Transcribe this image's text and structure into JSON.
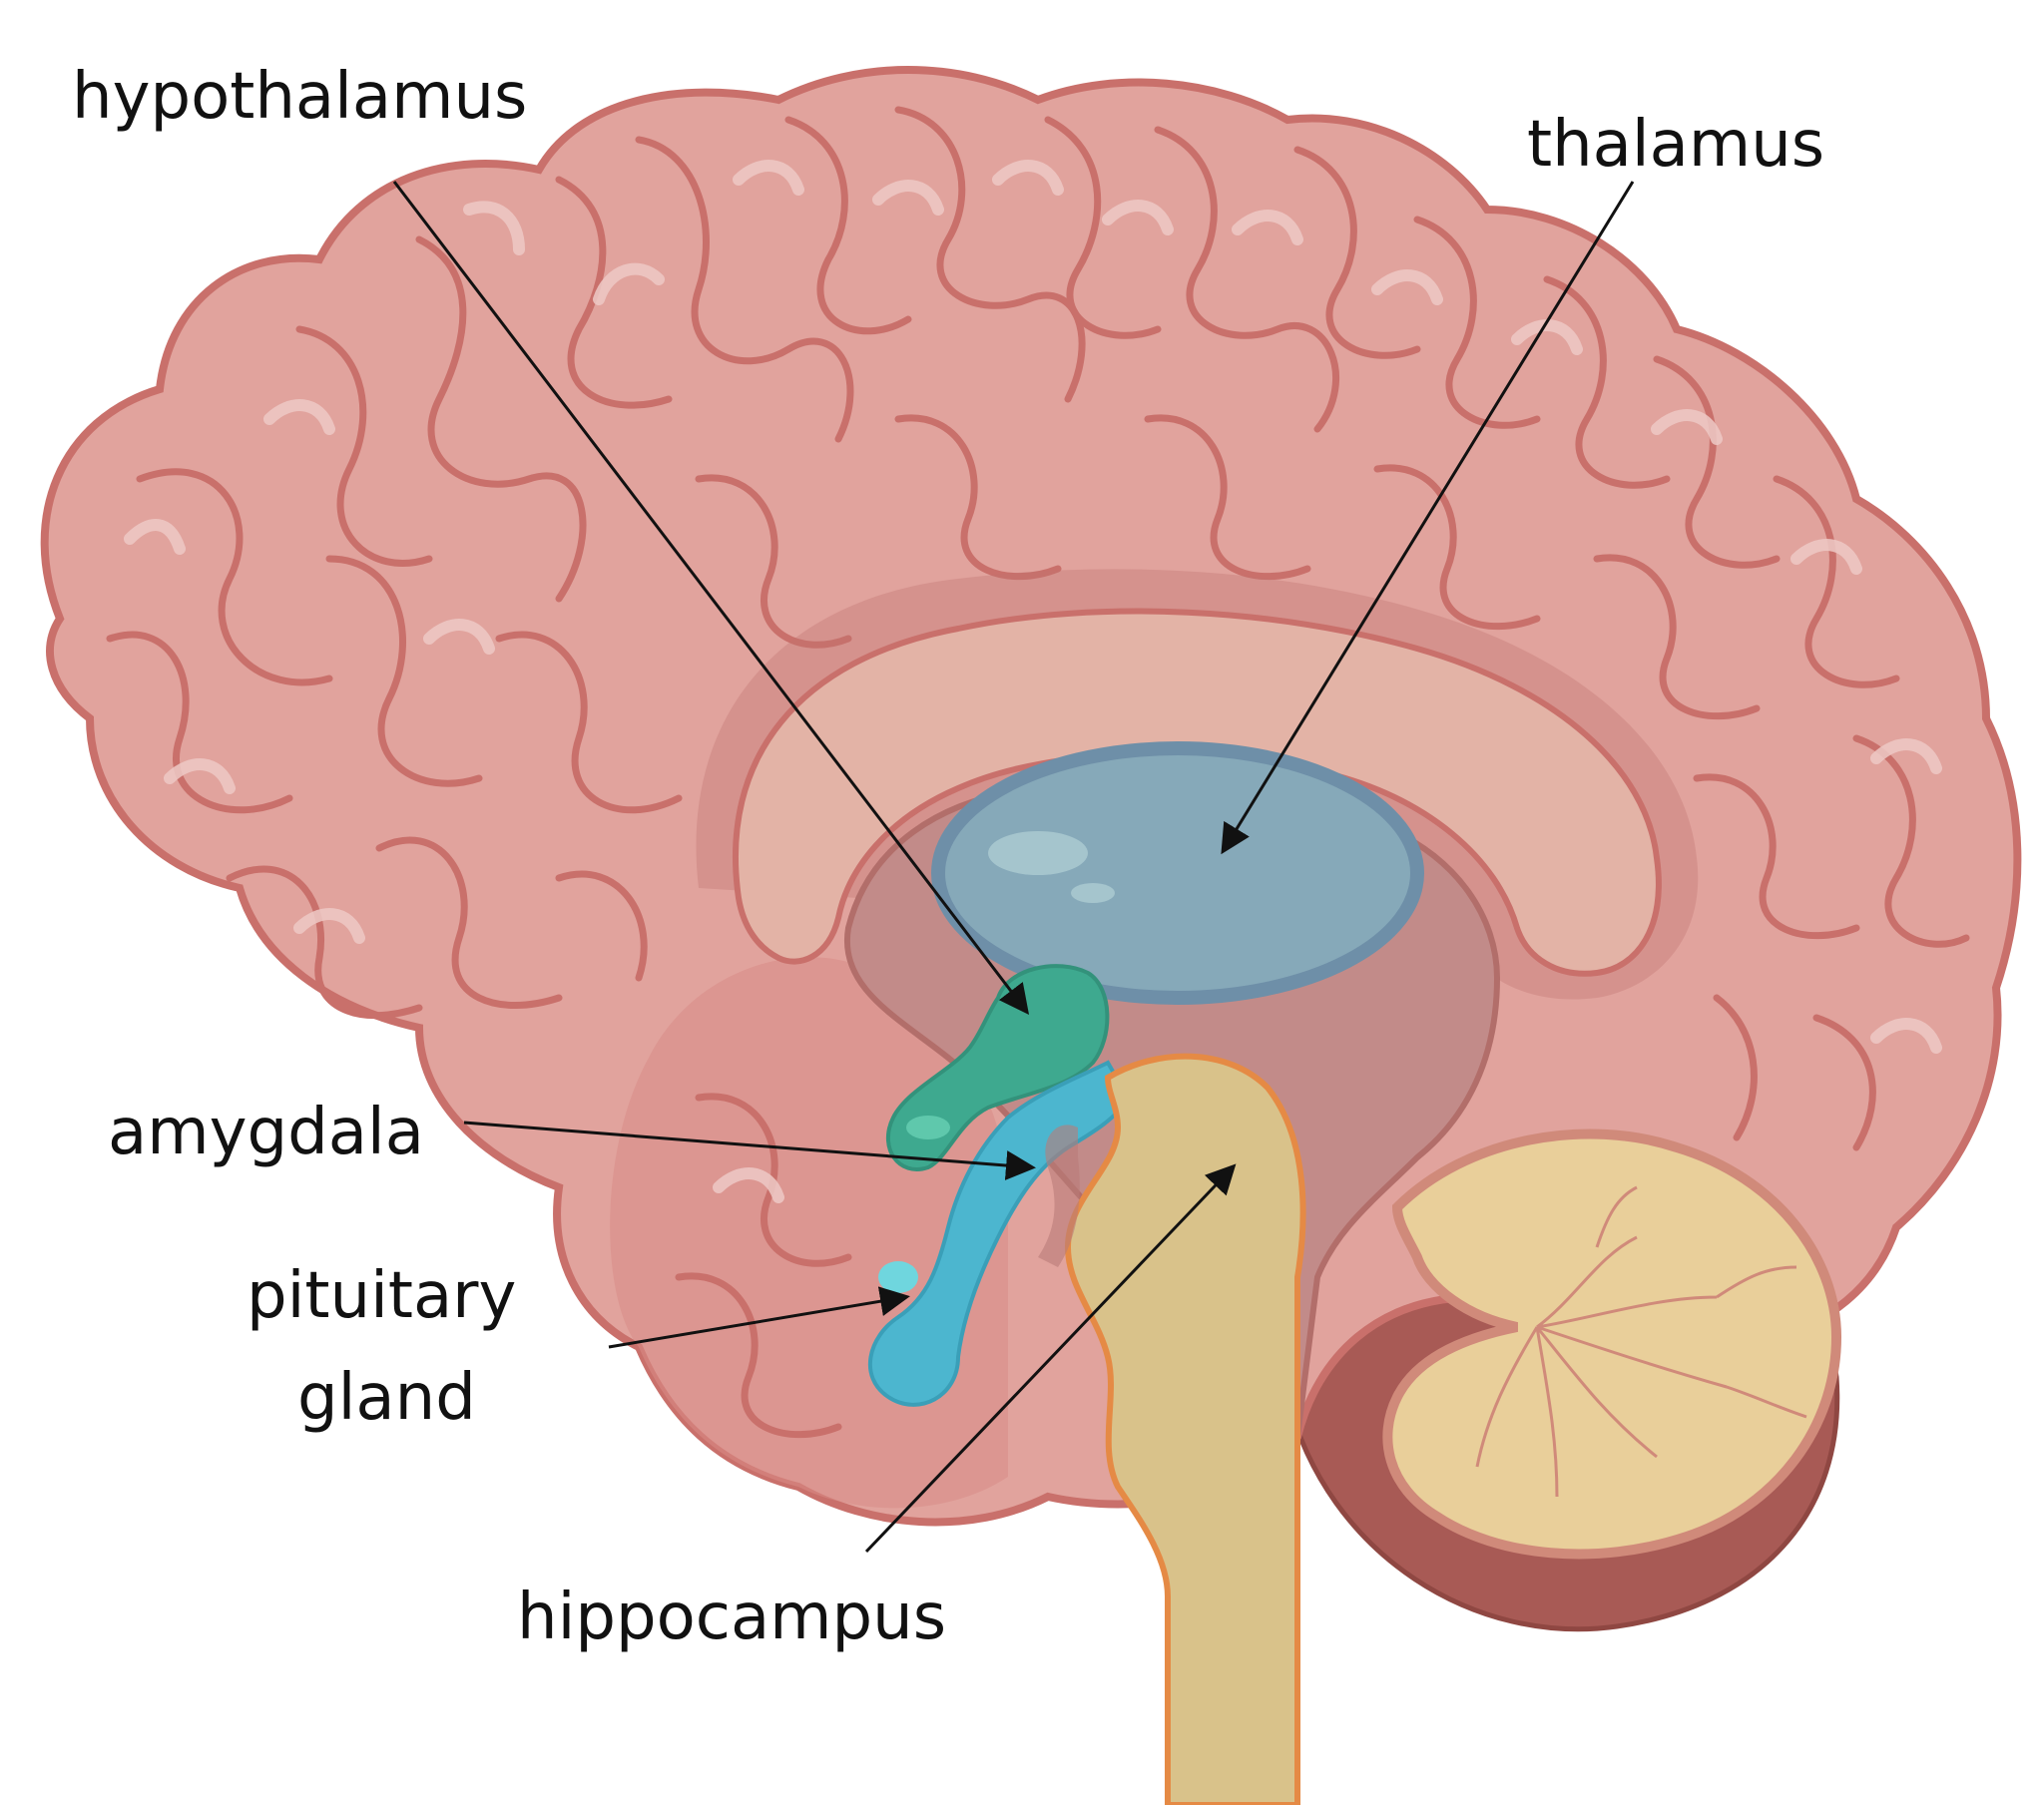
{
  "labels": {
    "hypothalamus": "hypothalamus",
    "thalamus": "thalamus",
    "amygdala": "amygdala",
    "pituitary_line1": "pituitary",
    "pituitary_line2": "gland",
    "hippocampus": "hippocampus"
  },
  "colors": {
    "cortex": "#e1a39d",
    "cortex_outline": "#c9706b",
    "ventricle_blue": "#86a9b9",
    "hypothalamus_teal": "#3ea98f",
    "pituitary_blue": "#4cb6cf",
    "brainstem_yellow": "#d9c28a",
    "cerebellum_yellow": "#e9cf9a",
    "inner_mauve": "#c28b89"
  },
  "icons": [
    "brain-illustration",
    "arrow-leader"
  ]
}
